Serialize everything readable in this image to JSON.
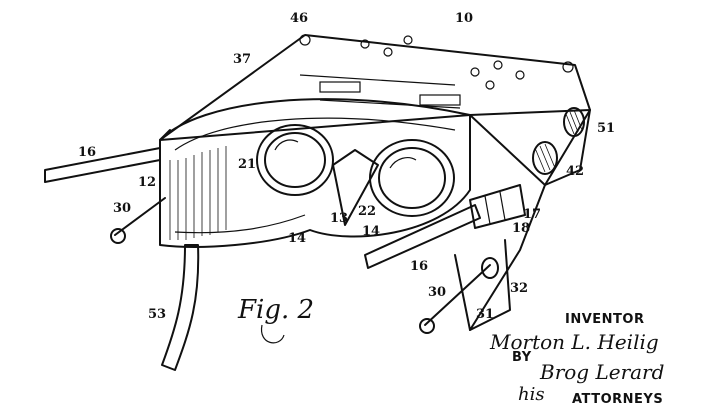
{
  "figure": {
    "caption": "Fig. 2",
    "ref_numbers": {
      "r10": "10",
      "r46": "46",
      "r37": "37",
      "r51": "51",
      "r42": "42",
      "r16a": "16",
      "r16b": "16",
      "r12": "12",
      "r21": "21",
      "r22": "22",
      "r13": "13",
      "r14a": "14",
      "r14b": "14",
      "r17": "17",
      "r18": "18",
      "r30a": "30",
      "r30b": "30",
      "r31": "31",
      "r32": "32",
      "r53": "53"
    }
  },
  "signature_block": {
    "inventor_label": "INVENTOR",
    "inventor_signature": "Morton L. Heilig",
    "by_label": "BY",
    "attorney_signature": "Brog Lerard",
    "attorneys_label": "ATTORNEYS",
    "his_label": "his"
  }
}
